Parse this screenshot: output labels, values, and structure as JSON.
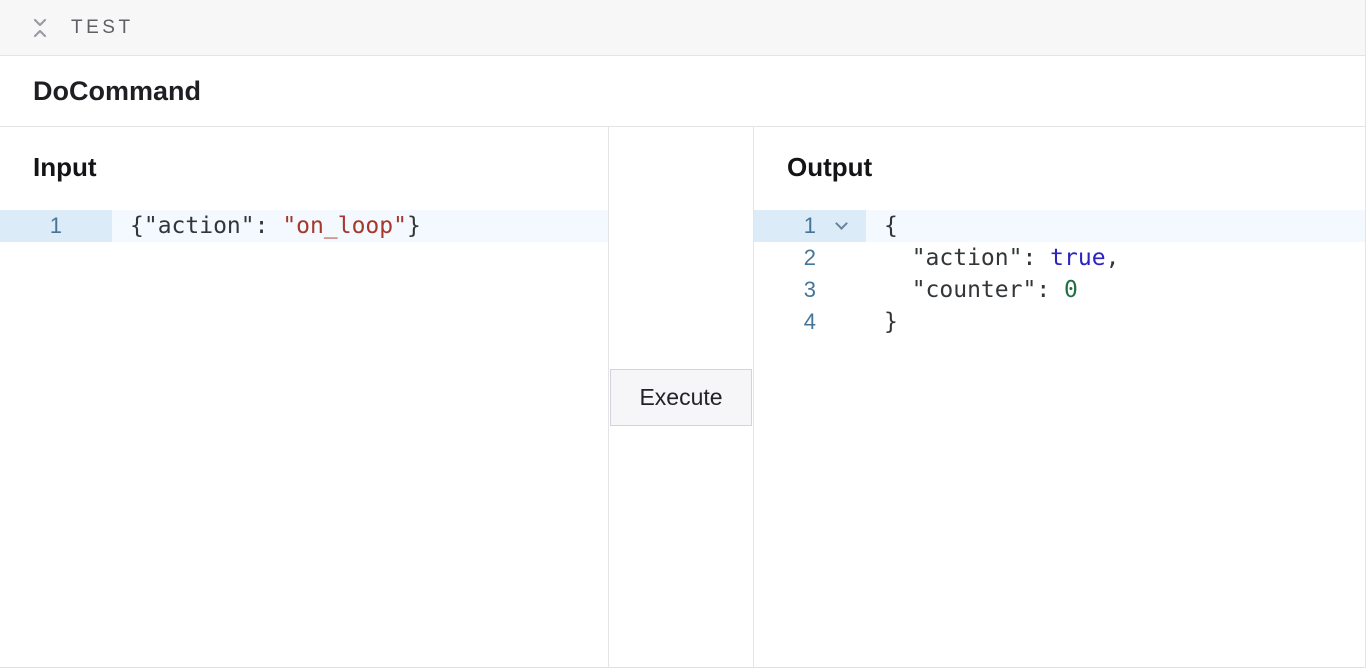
{
  "topbar": {
    "title": "TEST",
    "collapse_icon": "collapse-vertical-icon"
  },
  "command_bar": {
    "title": "DoCommand"
  },
  "panels": {
    "input": {
      "title": "Input",
      "lines": [
        {
          "number": "1",
          "active": true,
          "foldable": false,
          "tokens": [
            {
              "text": "{\"action\": ",
              "type": "plain"
            },
            {
              "text": "\"on_loop\"",
              "type": "string"
            },
            {
              "text": "}",
              "type": "plain"
            }
          ]
        }
      ]
    },
    "middle": {
      "execute_label": "Execute"
    },
    "output": {
      "title": "Output",
      "lines": [
        {
          "number": "1",
          "active": true,
          "foldable": true,
          "tokens": [
            {
              "text": "{",
              "type": "plain"
            }
          ]
        },
        {
          "number": "2",
          "active": false,
          "foldable": false,
          "tokens": [
            {
              "text": "  \"action\": ",
              "type": "plain"
            },
            {
              "text": "true",
              "type": "bool"
            },
            {
              "text": ",",
              "type": "plain"
            }
          ]
        },
        {
          "number": "3",
          "active": false,
          "foldable": false,
          "tokens": [
            {
              "text": "  \"counter\": ",
              "type": "plain"
            },
            {
              "text": "0",
              "type": "number"
            }
          ]
        },
        {
          "number": "4",
          "active": false,
          "foldable": false,
          "tokens": [
            {
              "text": "}",
              "type": "plain"
            }
          ]
        }
      ]
    }
  },
  "colors": {
    "topbar_bg": "#f7f7f8",
    "border": "#e3e4e8",
    "gutter_active_bg": "#dcebf8",
    "line_active_bg": "#f3f9fe",
    "line_number": "#45769a",
    "code_plain": "#333639",
    "code_string": "#a4392b",
    "code_bool": "#2a23c0",
    "code_number": "#1f7044",
    "button_bg": "#f6f6f8",
    "button_border": "#d3d4d9"
  }
}
